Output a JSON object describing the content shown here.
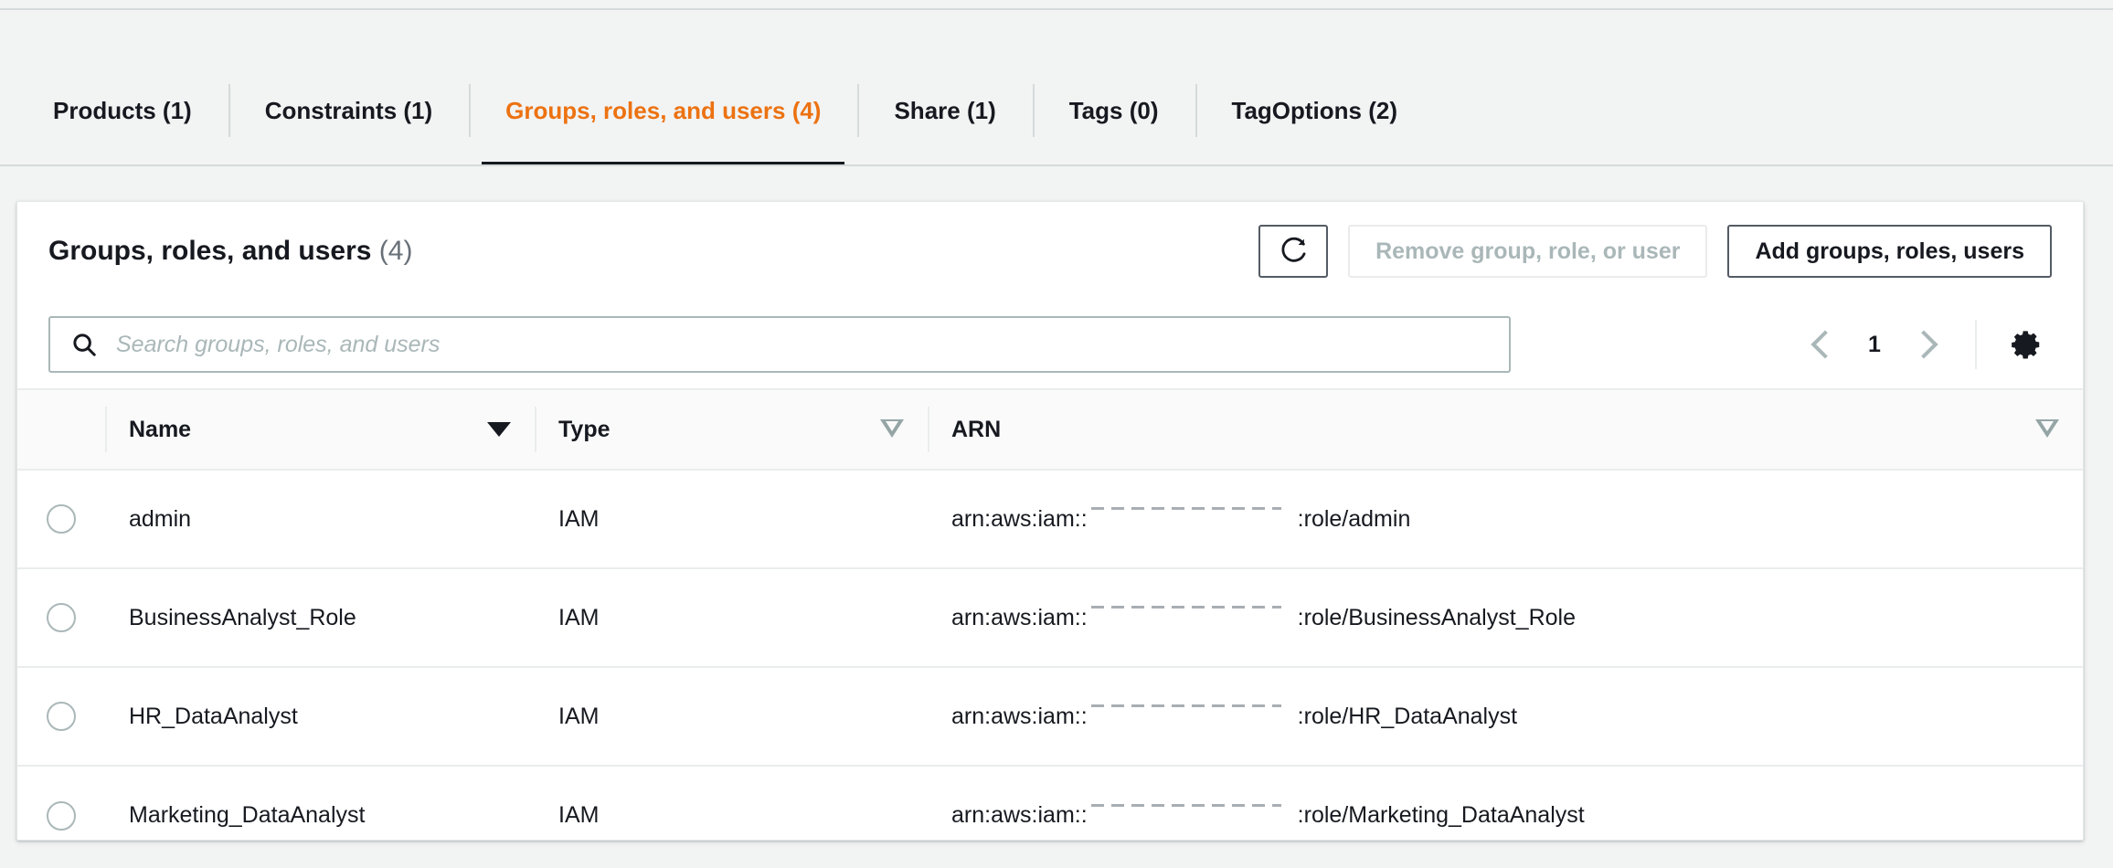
{
  "tabs": [
    {
      "label": "Products (1)",
      "name": "products",
      "active": false
    },
    {
      "label": "Constraints (1)",
      "name": "constraints",
      "active": false
    },
    {
      "label": "Groups, roles, and users (4)",
      "name": "groups-roles-users",
      "active": true
    },
    {
      "label": "Share (1)",
      "name": "share",
      "active": false
    },
    {
      "label": "Tags (0)",
      "name": "tags",
      "active": false
    },
    {
      "label": "TagOptions (2)",
      "name": "tagoptions",
      "active": false
    }
  ],
  "panel": {
    "title": "Groups, roles, and users",
    "count": "(4)",
    "refresh_icon": "refresh-icon",
    "remove_button": "Remove group, role, or user",
    "remove_button_disabled": true,
    "add_button": "Add groups, roles, users"
  },
  "search": {
    "icon": "search-icon",
    "placeholder": "Search groups, roles, and users",
    "value": ""
  },
  "pagination": {
    "prev_icon": "chevron-left-icon",
    "next_icon": "chevron-right-icon",
    "current_page": "1",
    "prefs_icon": "gear-icon"
  },
  "table": {
    "columns": [
      {
        "label": "Name",
        "sort": "solid",
        "name": "name"
      },
      {
        "label": "Type",
        "sort": "hollow",
        "name": "type"
      },
      {
        "label": "ARN",
        "sort": "hollow-right",
        "name": "arn"
      }
    ],
    "rows": [
      {
        "name": "admin",
        "type": "IAM",
        "arn_prefix": "arn:aws:iam::",
        "arn_account": "",
        "arn_suffix": ":role/admin"
      },
      {
        "name": "BusinessAnalyst_Role",
        "type": "IAM",
        "arn_prefix": "arn:aws:iam::",
        "arn_account": "",
        "arn_suffix": ":role/BusinessAnalyst_Role"
      },
      {
        "name": "HR_DataAnalyst",
        "type": "IAM",
        "arn_prefix": "arn:aws:iam::",
        "arn_account": "",
        "arn_suffix": ":role/HR_DataAnalyst"
      },
      {
        "name": "Marketing_DataAnalyst",
        "type": "IAM",
        "arn_prefix": "arn:aws:iam::",
        "arn_account": "",
        "arn_suffix": ":role/Marketing_DataAnalyst"
      }
    ]
  },
  "colors": {
    "accent": "#ec7211",
    "text": "#16191f",
    "muted": "#687078",
    "border": "#aab7b8",
    "divider": "#eaeded",
    "page_bg": "#f2f3f3"
  }
}
